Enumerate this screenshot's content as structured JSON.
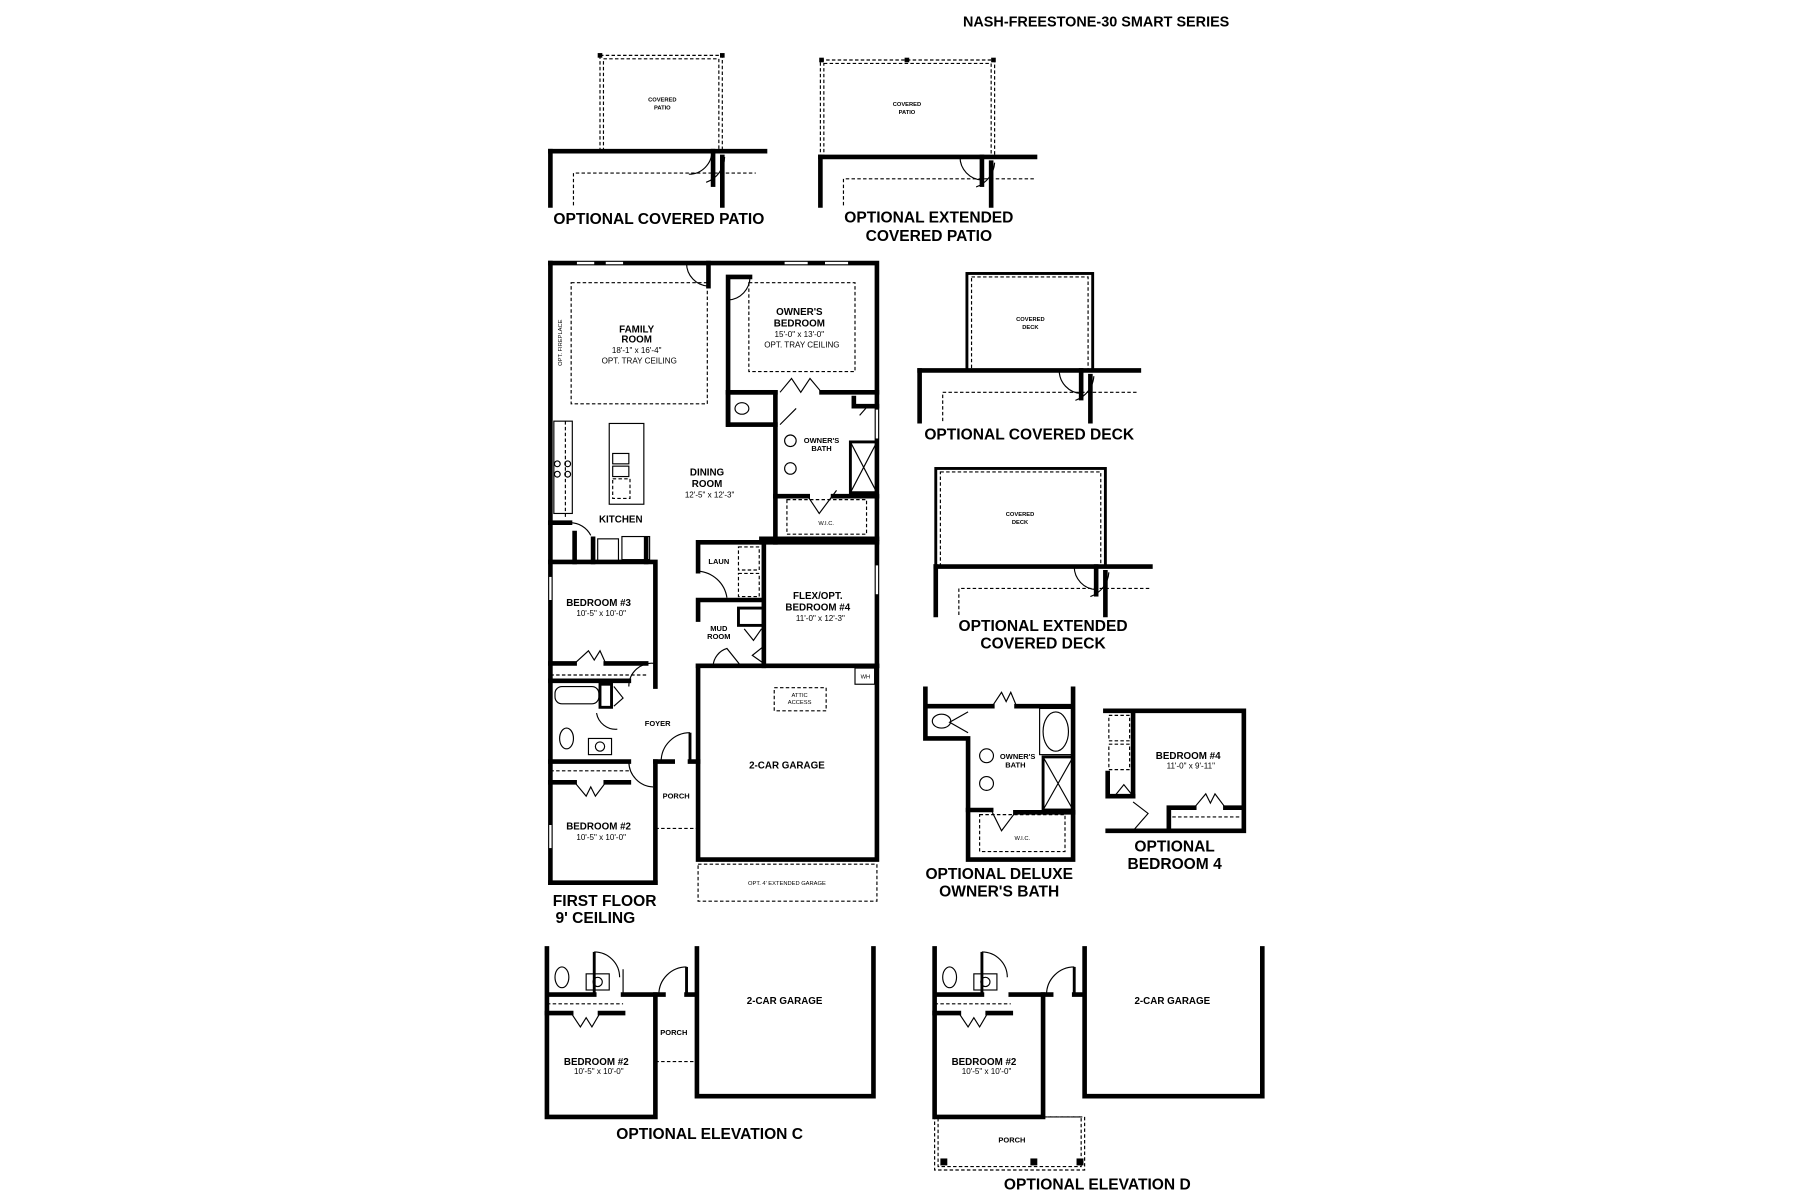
{
  "title": "NASH-FREESTONE-30 SMART SERIES",
  "options": {
    "covered_patio": {
      "label": "OPTIONAL COVERED PATIO",
      "room": [
        "COVERED",
        "PATIO"
      ]
    },
    "extended_covered_patio": {
      "label": [
        "OPTIONAL EXTENDED",
        "COVERED PATIO"
      ],
      "room": [
        "COVERED",
        "PATIO"
      ]
    },
    "covered_deck": {
      "label": "OPTIONAL COVERED DECK",
      "room": [
        "COVERED",
        "DECK"
      ]
    },
    "extended_covered_deck": {
      "label": [
        "OPTIONAL EXTENDED",
        "COVERED DECK"
      ],
      "room": [
        "COVERED",
        "DECK"
      ]
    },
    "deluxe_owners_bath": {
      "label": [
        "OPTIONAL DELUXE",
        "OWNER'S BATH"
      ],
      "bath": [
        "OWNER'S",
        "BATH"
      ],
      "wic": "W.I.C."
    },
    "bedroom_4": {
      "label": [
        "OPTIONAL",
        "BEDROOM 4"
      ],
      "room": "BEDROOM #4",
      "dims": "11'-0\" x 9'-11\""
    },
    "elevation_c": {
      "label": "OPTIONAL ELEVATION C",
      "bedroom": "BEDROOM #2",
      "bedroom_dims": "10'-5\" x 10'-0\"",
      "porch": "PORCH",
      "garage": "2-CAR GARAGE"
    },
    "elevation_d": {
      "label": "OPTIONAL ELEVATION D",
      "bedroom": "BEDROOM #2",
      "bedroom_dims": "10'-5\" x 10'-0\"",
      "porch": "PORCH",
      "garage": "2-CAR GARAGE"
    }
  },
  "first_floor": {
    "label": [
      "FIRST FLOOR",
      "9' CEILING"
    ],
    "family_room": {
      "name": [
        "FAMILY",
        "ROOM"
      ],
      "dims": "18'-1\" x 16'-4\"",
      "note": "OPT. TRAY CEILING"
    },
    "fireplace": "OPT. FIREPLACE",
    "owners_bedroom": {
      "name": [
        "OWNER'S",
        "BEDROOM"
      ],
      "dims": "15'-0\" x 13'-0\"",
      "note": "OPT. TRAY CEILING"
    },
    "owners_bath": [
      "OWNER'S",
      "BATH"
    ],
    "wic": "W.I.C.",
    "dining_room": {
      "name": [
        "DINING",
        "ROOM"
      ],
      "dims": "12'-5\" x 12'-3\""
    },
    "kitchen": "KITCHEN",
    "laundry": "LAUN",
    "flex": {
      "name": [
        "FLEX/OPT.",
        "BEDROOM #4"
      ],
      "dims": "11'-0\" x 12'-3\""
    },
    "mud_room": [
      "MUD",
      "ROOM"
    ],
    "bedroom_3": {
      "name": "BEDROOM #3",
      "dims": "10'-5\" x 10'-0\""
    },
    "foyer": "FOYER",
    "garage": "2-CAR GARAGE",
    "attic": [
      "ATTIC",
      "ACCESS"
    ],
    "water_heater": "WH",
    "porch": "PORCH",
    "bedroom_2": {
      "name": "BEDROOM #2",
      "dims": "10'-5\" x 10'-0\""
    },
    "extended_garage": "OPT. 4' EXTENDED GARAGE"
  }
}
